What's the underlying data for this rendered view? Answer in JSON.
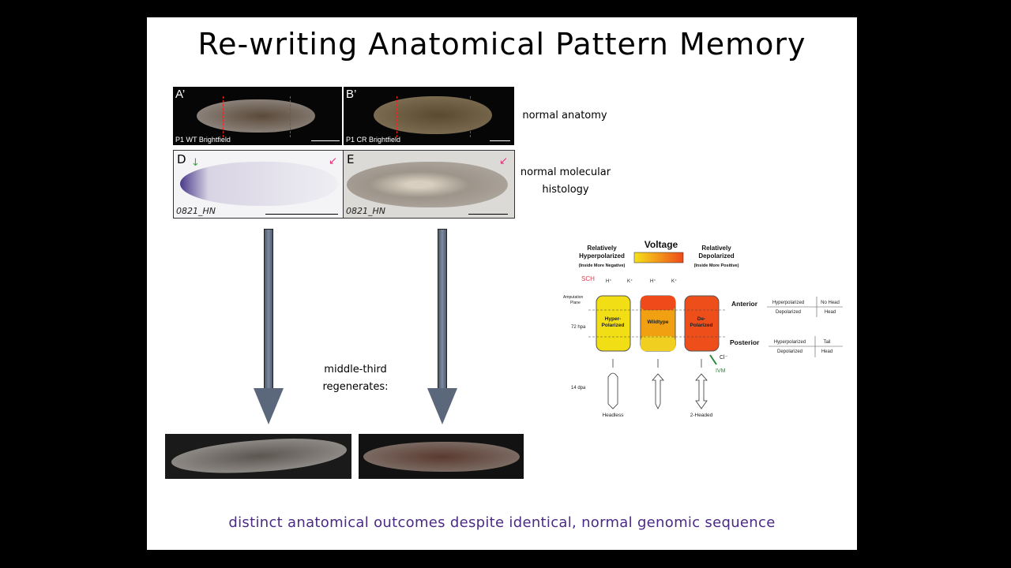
{
  "slide": {
    "title": "Re-writing Anatomical Pattern Memory",
    "panels": {
      "a_letter": "A’",
      "a_caption": "P1 WT Brightfield",
      "b_letter": "B’",
      "b_caption": "P1 CR Brightfield",
      "d_letter": "D",
      "d_caption": "0821_HN",
      "e_letter": "E",
      "e_caption": "0821_HN"
    },
    "label_normal_anatomy": "normal anatomy",
    "label_molecular_line1": "normal molecular",
    "label_molecular_line2": "histology",
    "label_regenerates_line1": "middle-third",
    "label_regenerates_line2": "regenerates:",
    "bottom_text": "distinct anatomical outcomes despite identical, normal genomic sequence",
    "diagram": {
      "voltage": "Voltage",
      "left_head1": "Relatively",
      "left_head2": "Hyperpolarized",
      "left_sub": "(Inside More Negative)",
      "right_head1": "Relatively",
      "right_head2": "Depolarized",
      "right_sub": "(Inside More Positive)",
      "sch": "SCH",
      "h": "H⁺",
      "k": "K⁺",
      "cl": "Cl⁻",
      "ivm": "IVM",
      "amputation1": "Amputation",
      "amputation2": "Plane",
      "hpa": "72 hpa",
      "dpa": "14 dpa",
      "cyl1a": "Hyper-",
      "cyl1b": "Polarized",
      "cyl2": "Wildtype",
      "cyl3a": "De-",
      "cyl3b": "Polarized",
      "out1": "Headless",
      "out3": "2-Headed",
      "anterior": "Anterior",
      "posterior": "Posterior",
      "ant_rows": [
        [
          "Hyperpolarized",
          "No Head"
        ],
        [
          "Depolarized",
          "Head"
        ]
      ],
      "post_rows": [
        [
          "Hyperpolarized",
          "Tail"
        ],
        [
          "Depolarized",
          "Head"
        ]
      ]
    }
  }
}
